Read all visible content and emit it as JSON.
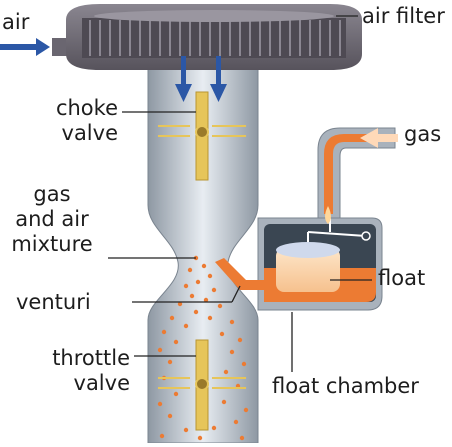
{
  "labels": {
    "air": "air",
    "air_filter": "air filter",
    "choke_valve": [
      "choke",
      "valve"
    ],
    "gas": "gas",
    "gas_air_mixture": [
      "gas",
      "and air",
      "mixture"
    ],
    "float": "float",
    "venturi": "venturi",
    "throttle_valve": [
      "throttle",
      "valve"
    ],
    "float_chamber": "float chamber"
  },
  "colors": {
    "body": "#a9b2bc",
    "body_light": "#dde3e9",
    "filter": "#6a6670",
    "arrow_blue": "#2b57a6",
    "fuel": "#ec7b33",
    "valve_gold": "#e6c55a",
    "leader": "#222222"
  }
}
